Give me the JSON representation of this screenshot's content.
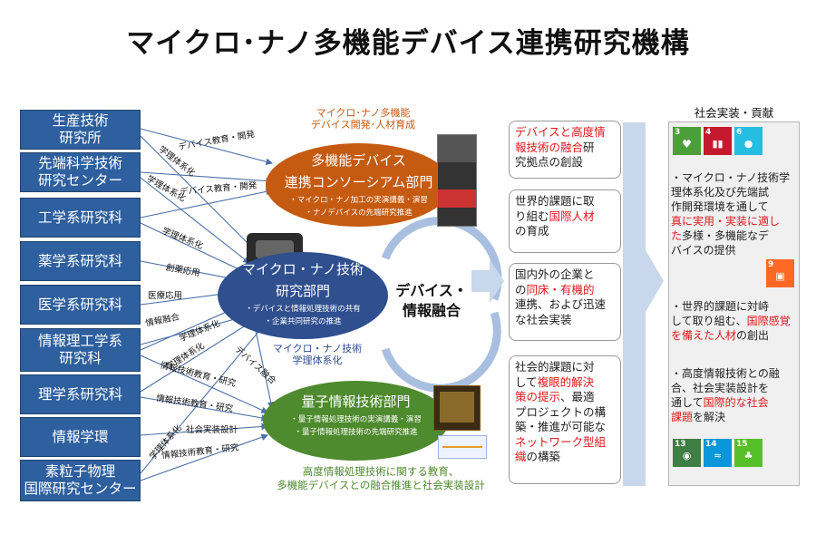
{
  "title": "マイクロ･ナノ多機能デバイス連携研究機構",
  "sources": [
    {
      "line1": "生産技術",
      "line2": "研究所"
    },
    {
      "line1": "先端科学技術",
      "line2": "研究センター"
    },
    {
      "line1": "工学系研究科",
      "line2": ""
    },
    {
      "line1": "薬学系研究科",
      "line2": ""
    },
    {
      "line1": "医学系研究科",
      "line2": ""
    },
    {
      "line1": "情報理工学系",
      "line2": "研究科"
    },
    {
      "line1": "理学系研究科",
      "line2": ""
    },
    {
      "line1": "情報学環",
      "line2": ""
    },
    {
      "line1": "素粒子物理",
      "line2": "国際研究センター"
    }
  ],
  "arrow_labels": {
    "device_edu_dev_1": "デバイス教育・開発",
    "gakutai_1": "学理体系化",
    "device_edu_dev_2": "デバイス教育・開発",
    "gakutai_2": "学理体系化",
    "gakutai_3": "学理体系化",
    "soyaku": "創薬応用",
    "iryo": "医療応用",
    "joho_yugo": "情報融合",
    "gakutai_4": "学理体系化",
    "gakutai_5": "学理体系化",
    "joho_edu_kenkyu_1": "情報技術教育・研究",
    "device_yugo": "デバイス融合",
    "joho_edu_kenkyu_2": "情報技術教育・研究",
    "shakai_sekkei": "社会実装設計",
    "gakutai_6": "学理体系化",
    "joho_edu_kenkyu_3": "情報技術教育・研究"
  },
  "consortium": {
    "caption_line1": "マイクロ･ナノ多機能",
    "caption_line2": "デバイス開発･人材育成",
    "title_line1": "多機能デバイス",
    "title_line2": "連携コンソーシアム部門",
    "bullet1": "・マイクロ・ナノ加工の実演講義・演習",
    "bullet2": "・ナノデバイスの先端研究推進"
  },
  "micronano": {
    "title_line1": "マイクロ・ナノ技術",
    "title_line2": "研究部門",
    "bullet1": "・デバイスと情報処理技術の共有",
    "bullet2": "・企業共同研究の推進",
    "caption_line1": "マイクロ・ナノ技術",
    "caption_line2": "学理体系化"
  },
  "quantum": {
    "title": "量子情報技術部門",
    "bullet1": "・量子情報処理技術の実演講義・演習",
    "bullet2": "・量子情報処理技術の先端研究推進"
  },
  "fusion": {
    "line1": "デバイス・",
    "line2": "情報融合"
  },
  "bottom_caption": {
    "line1": "高度情報処理技術に関する教育、",
    "line2": "多機能デバイスとの融合推進と社会実装設計"
  },
  "middle_boxes": [
    {
      "p1": "デバイスと高度情",
      "p2": "報技術の融合",
      "p3": "研",
      "p4": "究拠点の創設"
    },
    {
      "p1": "世界的課題に取",
      "p2": "り組む",
      "p3": "国際人材",
      "p4": "の育成"
    },
    {
      "p1": "国内外の企業と",
      "p2": "の",
      "p3": "同床・有機的",
      "p4": "連携、および迅速",
      "p5": "な社会実装"
    },
    {
      "p1": "社会的課題に対",
      "p2": "して",
      "p3": "複眼的解決",
      "p4": "策の提示",
      "p5": "、最適",
      "p6": "プロジェクトの構",
      "p7": "築・推進が可能な",
      "p8": "ネットワーク型組",
      "p9": "織",
      "p10": "の構築"
    }
  ],
  "panel": {
    "heading": "社会実装・貢献",
    "t1_a": "・マイクロ・ナノ技術学",
    "t1_b": "理体系化及び先端試",
    "t1_c": "作開発環境を通して",
    "t1_red1": "真に実用・実装に適し",
    "t1_red2": "た",
    "t1_d": "多様・多機能なデ",
    "t1_e": "バイスの提供",
    "t2_a": "・世界的課題に対峙",
    "t2_b": "して取り組む、",
    "t2_red1": "国際感覚",
    "t2_red2": "を備えた人材",
    "t2_c": "の創出",
    "t3_a": "・高度情報技術との融",
    "t3_b": "合、社会実装設計を",
    "t3_c": "通して",
    "t3_red1": "国際的な社会",
    "t3_red2": "課題",
    "t3_d": "を解決"
  },
  "sdg_tiles": [
    {
      "num": "3",
      "color": "#4c9f38",
      "icon": "heartbeat-icon"
    },
    {
      "num": "4",
      "color": "#c5192d",
      "icon": "book-icon"
    },
    {
      "num": "6",
      "color": "#26bde2",
      "icon": "water-drop-icon"
    },
    {
      "num": "9",
      "color": "#fd6925",
      "icon": "cubes-icon"
    },
    {
      "num": "13",
      "color": "#3f7e44",
      "icon": "eye-globe-icon"
    },
    {
      "num": "14",
      "color": "#0a97d9",
      "icon": "fish-icon"
    },
    {
      "num": "15",
      "color": "#56c02b",
      "icon": "tree-icon"
    }
  ],
  "colors": {
    "source_blue": "#2e5f9e",
    "consortium_orange": "#c55a11",
    "micronano_navy": "#2f4f8f",
    "quantum_green": "#4e8a2e",
    "highlight_red": "#e0191d",
    "arrow_lightblue": "#c9d7ec"
  }
}
